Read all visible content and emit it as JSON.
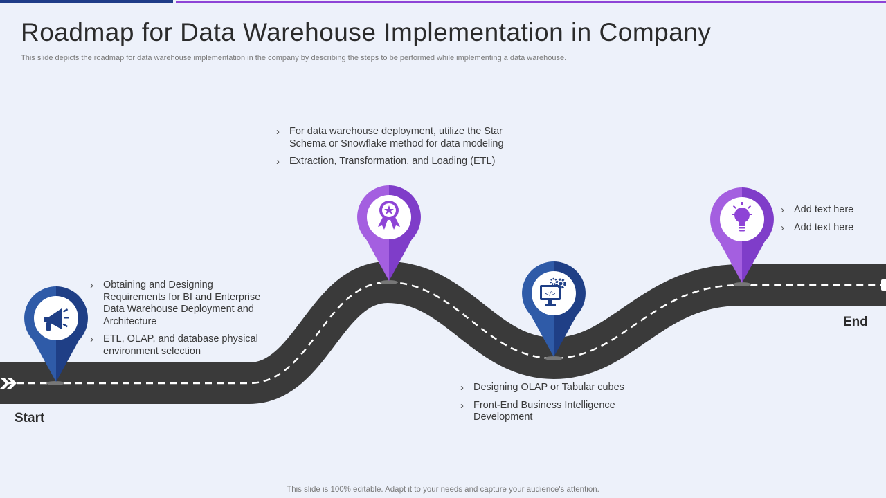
{
  "slide": {
    "title": "Roadmap for Data Warehouse Implementation in Company",
    "subtitle": "This slide depicts the roadmap for data warehouse implementation in the company by describing the steps to be performed while implementing a data warehouse.",
    "footer": "This slide is 100% editable. Adapt it to your needs and capture your audience's attention.",
    "start_label": "Start",
    "end_label": "End"
  },
  "colors": {
    "background": "#edf1fa",
    "road": "#3a3a3a",
    "blue_pin": "#2f5ba8",
    "blue_pin_dark": "#1f3f86",
    "purple_pin": "#a45fe0",
    "purple_pin_dark": "#7f3dc9",
    "topbar_blue": "#1f3c88",
    "topbar_purple": "#8e44d6"
  },
  "milestones": [
    {
      "icon": "megaphone-icon",
      "bullets": [
        "Obtaining and Designing Requirements for BI and Enterprise Data Warehouse Deployment and Architecture",
        "ETL, OLAP, and database physical environment selection"
      ]
    },
    {
      "icon": "award-badge-icon",
      "bullets": [
        "For data warehouse deployment, utilize the Star Schema or Snowflake method for data modeling",
        "Extraction, Transformation, and Loading (ETL)"
      ]
    },
    {
      "icon": "code-settings-monitor-icon",
      "bullets": [
        "Designing OLAP or Tabular cubes",
        "Front-End Business Intelligence Development"
      ]
    },
    {
      "icon": "lightbulb-icon",
      "bullets": [
        "Add text here",
        "Add text here"
      ]
    }
  ]
}
